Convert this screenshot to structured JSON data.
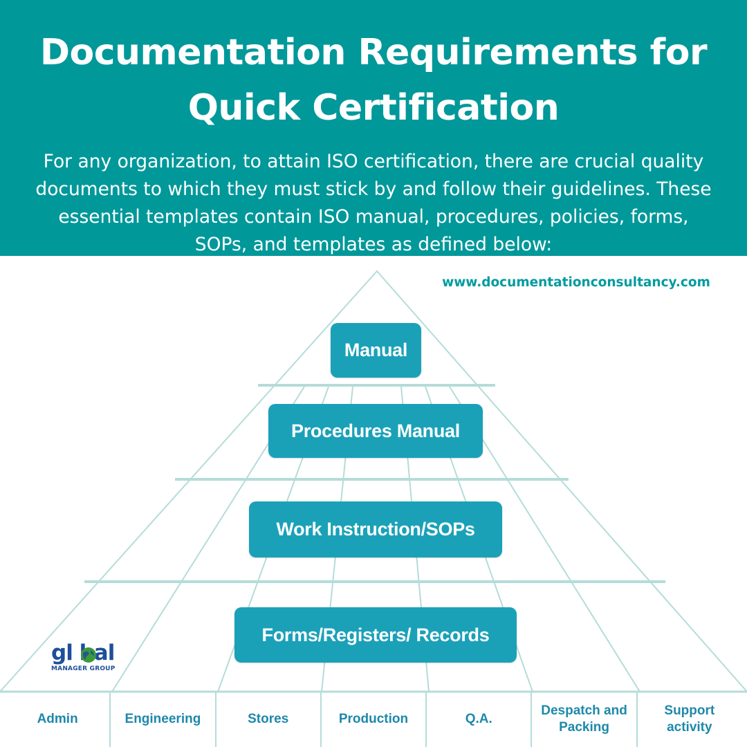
{
  "header": {
    "title_line1": "Documentation Requirements for",
    "title_line2": "Quick Certification",
    "intro_line1": "For any organization, to attain ISO certification, there are crucial quality",
    "intro_line2": "documents to which they must stick by and follow their guidelines. These",
    "intro_line3": "essential templates contain ISO manual, procedures, policies, forms,",
    "intro_line4": "SOPs, and templates as defined below:"
  },
  "website": "www.documentationconsultancy.com",
  "pyramid": {
    "tiers": [
      "Manual",
      "Procedures Manual",
      "Work Instruction/SOPs",
      "Forms/Registers/ Records"
    ],
    "departments": [
      "Admin",
      "Engineering",
      "Stores",
      "Production",
      "Q.A.",
      "Despatch and Packing",
      "Support activity"
    ]
  },
  "logo": {
    "word": "gl bal",
    "subtitle": "MANAGER GROUP"
  },
  "colors": {
    "header_bg": "#01989a",
    "tier_box": "#1aa1b8",
    "grid_lines": "#b4dcd9",
    "department_text": "#1d88ab",
    "logo_blue": "#1d4f9a",
    "logo_globe_green": "#3c9a3a"
  }
}
